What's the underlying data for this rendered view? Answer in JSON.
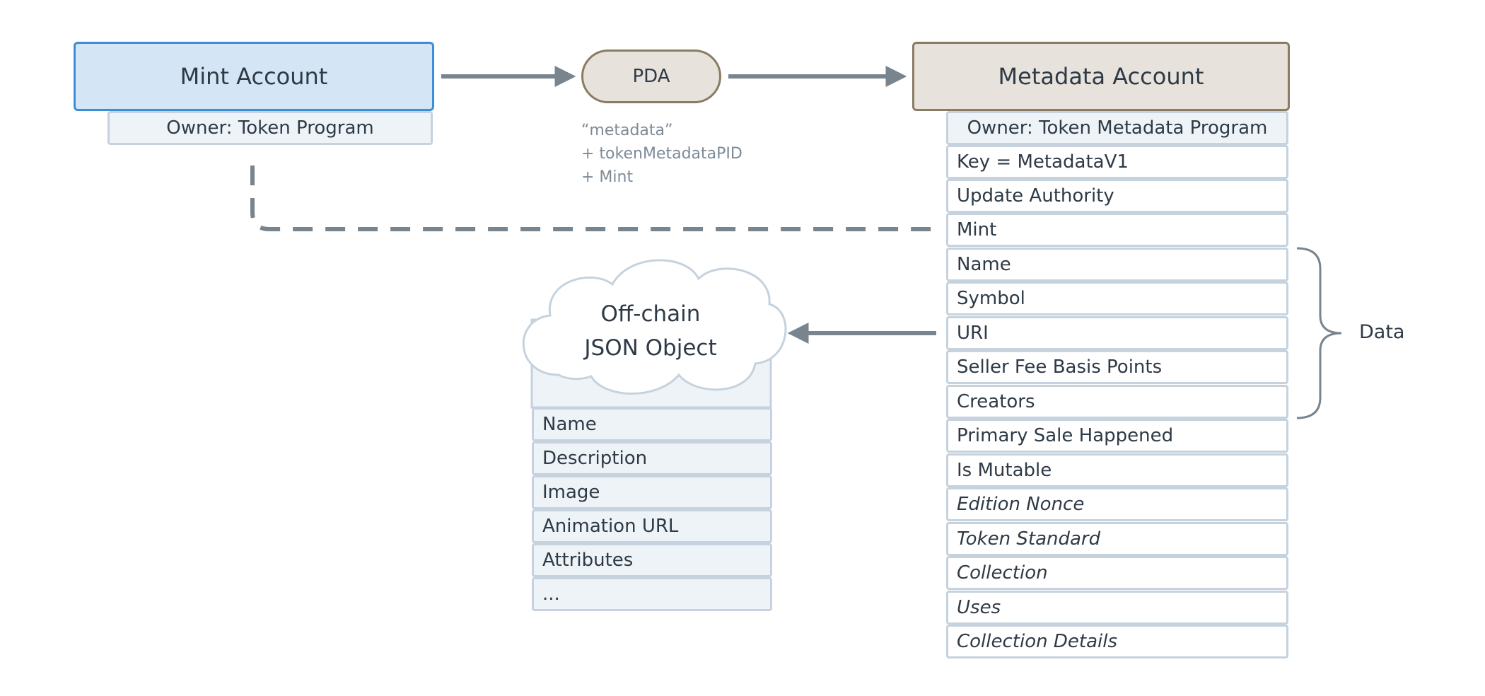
{
  "mint_account": {
    "title": "Mint Account",
    "owner": "Owner: Token Program"
  },
  "pda": {
    "label": "PDA",
    "seeds": [
      "“metadata”",
      "+ tokenMetadataPID",
      "+ Mint"
    ]
  },
  "metadata_account": {
    "title": "Metadata Account",
    "owner": "Owner: Token Metadata Program",
    "fields": [
      {
        "label": "Key = MetadataV1",
        "italic": false
      },
      {
        "label": "Update Authority",
        "italic": false
      },
      {
        "label": "Mint",
        "italic": false
      },
      {
        "label": "Name",
        "italic": false
      },
      {
        "label": "Symbol",
        "italic": false
      },
      {
        "label": "URI",
        "italic": false
      },
      {
        "label": "Seller Fee Basis Points",
        "italic": false
      },
      {
        "label": "Creators",
        "italic": false
      },
      {
        "label": "Primary Sale Happened",
        "italic": false
      },
      {
        "label": "Is Mutable",
        "italic": false
      },
      {
        "label": "Edition Nonce",
        "italic": true
      },
      {
        "label": "Token Standard",
        "italic": true
      },
      {
        "label": "Collection",
        "italic": true
      },
      {
        "label": "Uses",
        "italic": true
      },
      {
        "label": "Collection Details",
        "italic": true
      }
    ],
    "data_group_label": "Data"
  },
  "offchain": {
    "title_line1": "Off-chain",
    "title_line2": "JSON Object",
    "fields": [
      "Name",
      "Description",
      "Image",
      "Animation URL",
      "Attributes",
      "..."
    ]
  },
  "colors": {
    "mint_fill": "#d4e6f5",
    "mint_border": "#3c8fd6",
    "metadata_fill": "#e7e3dc",
    "metadata_border": "#8a7b63",
    "arrow": "#78858f",
    "row_border": "#c6d2dd"
  }
}
